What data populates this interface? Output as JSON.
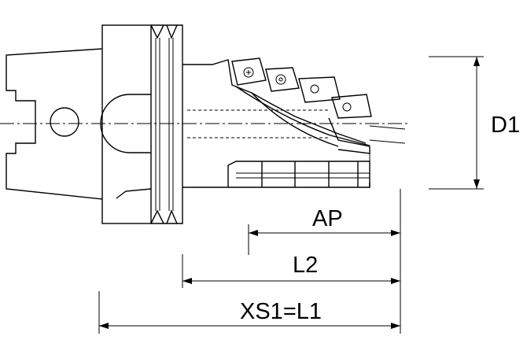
{
  "labels": {
    "d1": "D1",
    "ap": "AP",
    "l2": "L2",
    "xs1": "XS1=L1"
  }
}
